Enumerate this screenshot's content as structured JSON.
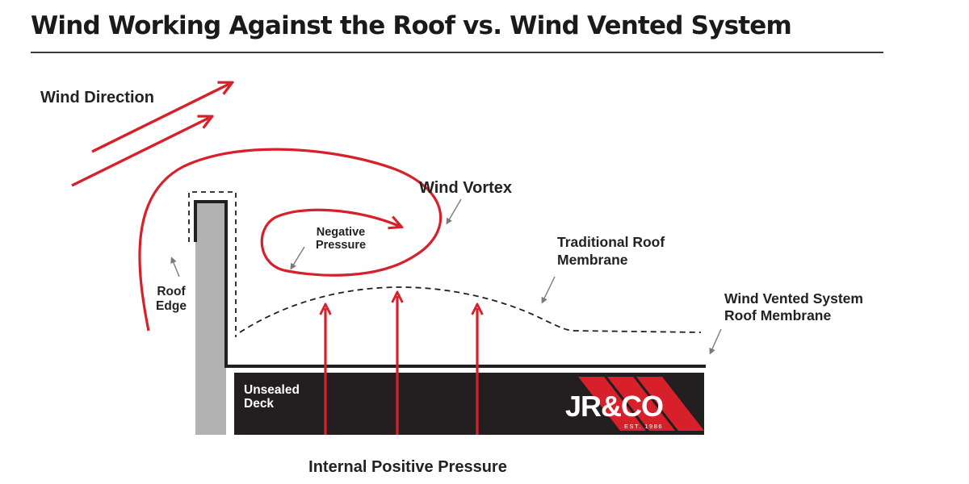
{
  "title": "Wind Working Against the Roof vs. Wind Vented System",
  "labels": {
    "wind_direction": "Wind Direction",
    "wind_vortex": "Wind Vortex",
    "negative_pressure_line1": "Negative",
    "negative_pressure_line2": "Pressure",
    "traditional_line1": "Traditional Roof",
    "traditional_line2": "Membrane",
    "vented_line1": "Wind Vented System",
    "vented_line2": "Roof Membrane",
    "roof_edge_line1": "Roof",
    "roof_edge_line2": "Edge",
    "deck_line1": "Unsealed",
    "deck_line2": "Deck",
    "internal_pressure": "Internal Positive Pressure"
  },
  "logo": {
    "text": "JR&CO",
    "tagline": "EST. 1986"
  },
  "colors": {
    "wind_arrows": "#d8202a",
    "deck": "#231f20",
    "parapet": "#b3b2b2",
    "text": "#222222",
    "logo_red": "#d8202a"
  }
}
